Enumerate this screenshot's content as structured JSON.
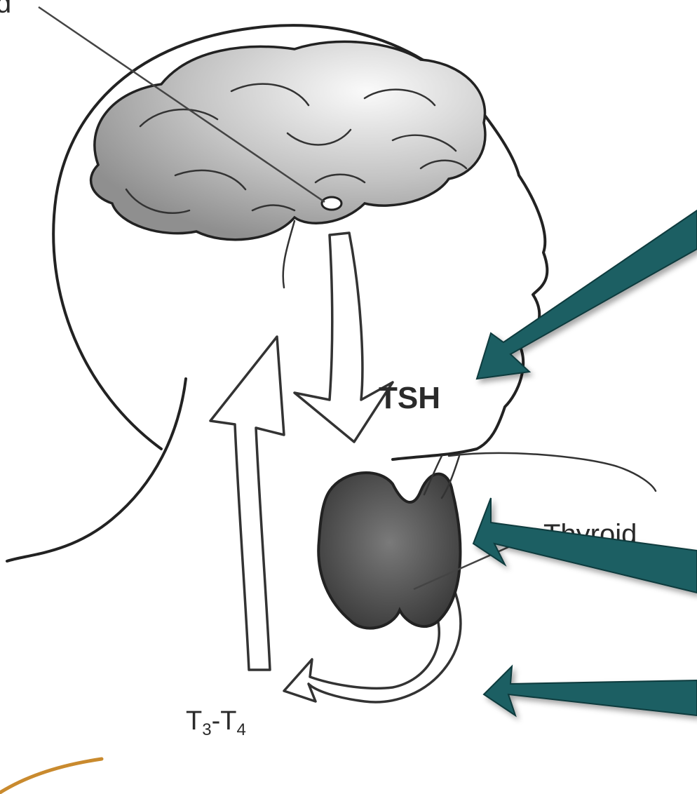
{
  "labels": {
    "tsh": "TSH",
    "thyroid": "Thyroid",
    "t3": "T",
    "t3_sub": "3",
    "dash": "-",
    "t4": "T",
    "t4_sub": "4",
    "cropped_top_left": "d"
  },
  "colors": {
    "pointer_arrow": "#1d5e63",
    "brain_shade": "#8f8f8f",
    "thyroid_shade": "#4a4a4a",
    "outline": "#222222",
    "accent_stroke": "#c98a2e"
  }
}
